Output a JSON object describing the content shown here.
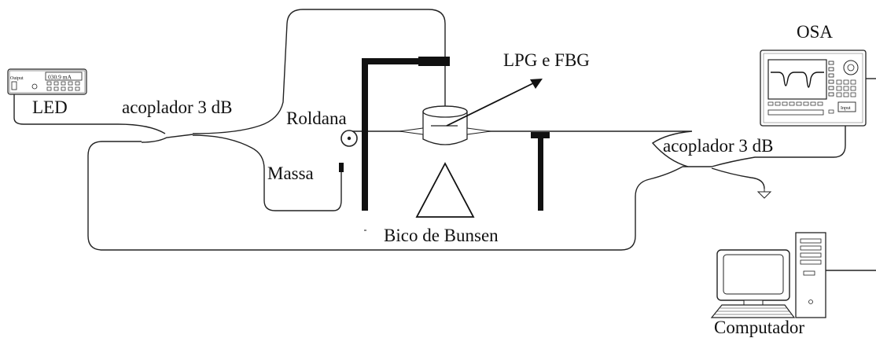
{
  "labels": {
    "osa": "OSA",
    "lpg_fbg": "LPG e FBG",
    "led": "LED",
    "coupler_left": "acoplador 3 dB",
    "roldana": "Roldana",
    "massa": "Massa",
    "coupler_right": "acoplador 3 dB",
    "bunsen": "Bico de Bunsen",
    "computador": "Computador"
  },
  "led_device": {
    "display": "030.9 mA",
    "output_label": "Output"
  },
  "osa_device": {
    "input_label": "Input"
  }
}
